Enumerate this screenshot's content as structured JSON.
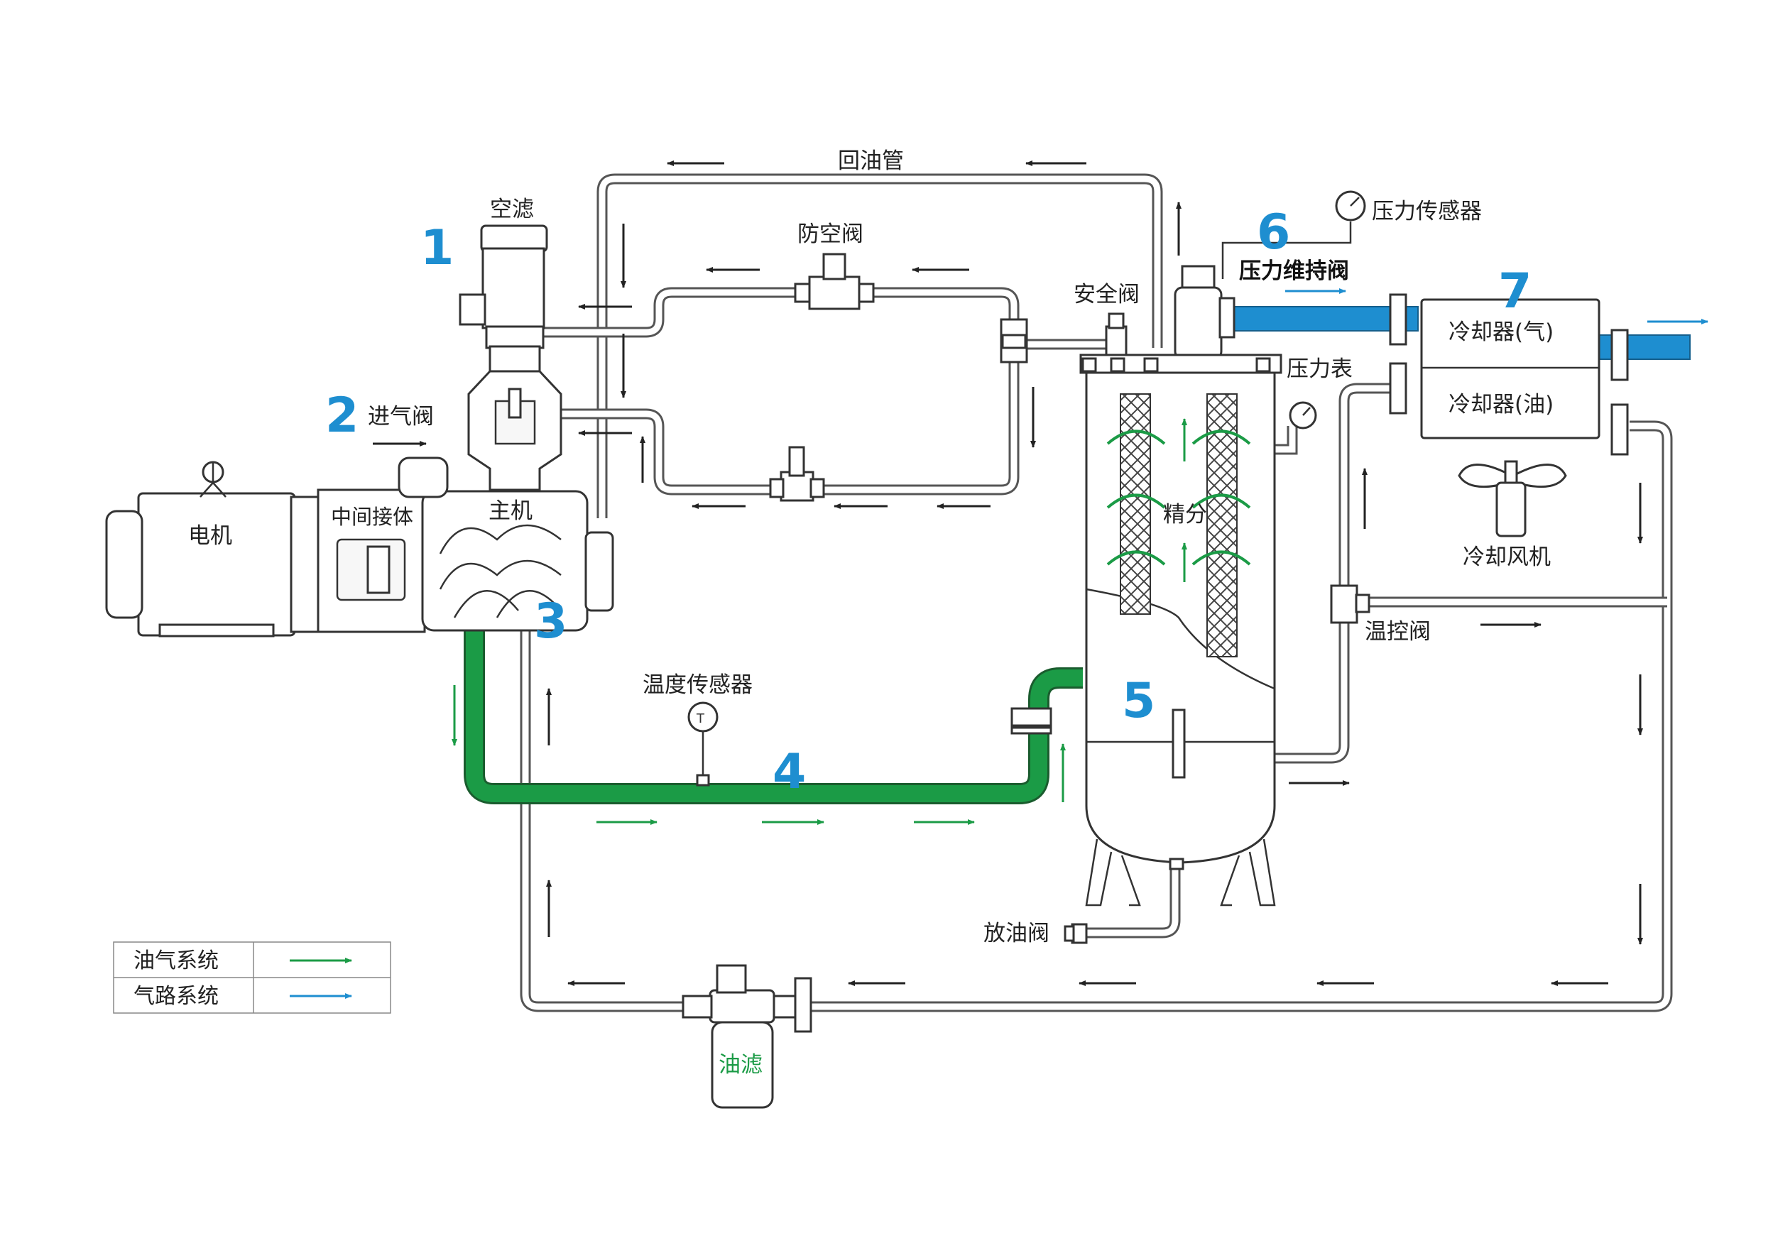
{
  "labels": {
    "oil_return": "回油管",
    "air_filter": "空滤",
    "anti_vacuum_valve": "防空阀",
    "safety_valve": "安全阀",
    "pressure_sensor": "压力传感器",
    "min_pressure_valve": "压力维持阀",
    "cooler_gas": "冷却器(气)",
    "cooler_oil": "冷却器(油)",
    "pressure_gauge": "压力表",
    "intake_valve": "进气阀",
    "motor": "电机",
    "coupling": "中间接体",
    "airend": "主机",
    "separation": "精分",
    "cooling_fan": "冷却风机",
    "thermo_valve": "温控阀",
    "temp_sensor": "温度传感器",
    "drain_valve": "放油阀",
    "oil_filter": "油滤"
  },
  "numbers": {
    "n1": "1",
    "n2": "2",
    "n3": "3",
    "n4": "4",
    "n5": "5",
    "n6": "6",
    "n7": "7"
  },
  "legend": {
    "items": [
      {
        "label": "油气系统",
        "color": "#1b9b46"
      },
      {
        "label": "气路系统",
        "color": "#1e8ed0"
      }
    ]
  },
  "colors": {
    "oil_gas": "#1b9b46",
    "air": "#1e8ed0",
    "pipe": "#555555",
    "flow_arrow": "#222222"
  }
}
